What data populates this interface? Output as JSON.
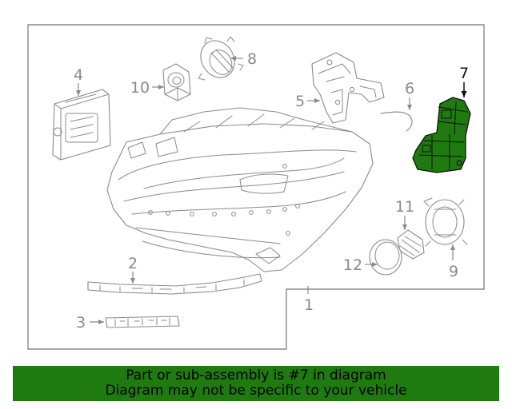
{
  "callouts": {
    "c1": "1",
    "c2": "2",
    "c3": "3",
    "c4": "4",
    "c5": "5",
    "c6": "6",
    "c7": "7",
    "c8": "8",
    "c9": "9",
    "c10": "10",
    "c11": "11",
    "c12": "12"
  },
  "highlight": {
    "part": "7",
    "fill_color": "#1f7a0f"
  },
  "banner": {
    "line1": "Part or sub-assembly is #7 in diagram",
    "line2": "Diagram may not be specific to your vehicle",
    "background": "#1f7a0f"
  }
}
